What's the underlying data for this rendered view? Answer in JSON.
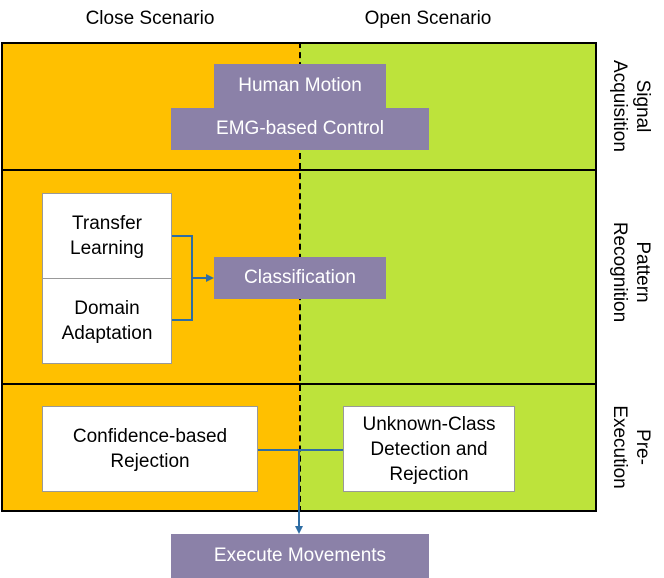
{
  "columns": {
    "close": "Close Scenario",
    "open": "Open Scenario"
  },
  "rows": {
    "signal_acquisition": [
      "Signal",
      "Acquisition"
    ],
    "pattern_recognition": [
      "Pattern",
      "Recognition"
    ],
    "pre_execution": [
      "Pre-",
      "Execution"
    ]
  },
  "boxes": {
    "human_motion": "Human Motion",
    "emg_control": "EMG-based Control",
    "transfer_learning": "Transfer Learning",
    "domain_adaptation": "Domain Adaptation",
    "classification": "Classification",
    "confidence_rejection": "Confidence-based Rejection",
    "unknown_class": "Unknown-Class Detection and Rejection",
    "execute": "Execute Movements"
  },
  "colors": {
    "close_bg": "#FFC000",
    "open_bg": "#BDE33B",
    "process_box": "#8B81A8",
    "arrow": "#2E6DA4"
  }
}
